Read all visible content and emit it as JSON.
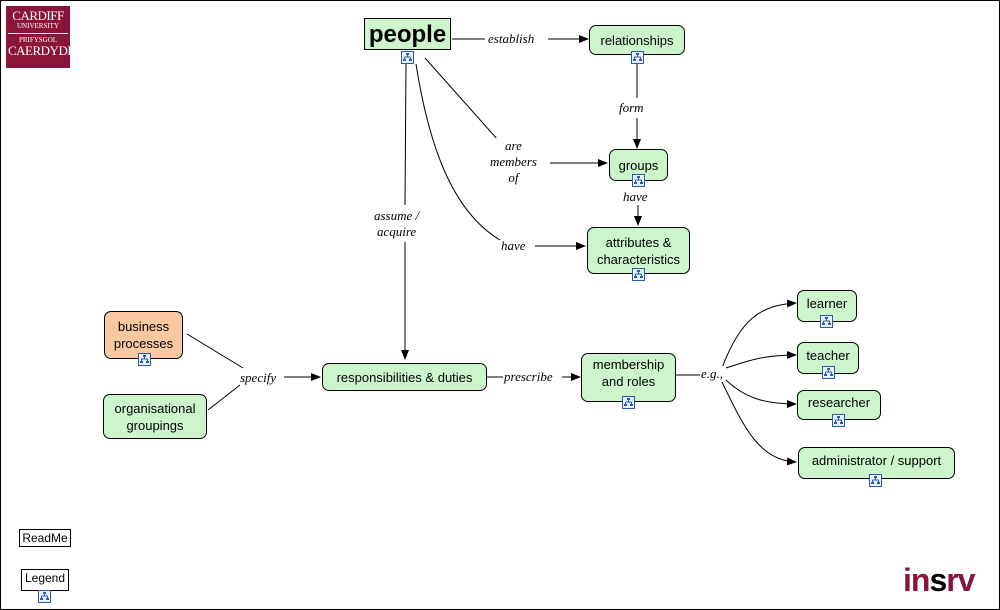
{
  "logos": {
    "cardiff": {
      "line1": "CARDIFF",
      "line2": "UNIVERSITY",
      "line3": "PRIFYSGOL",
      "line4": "CAERDYDD"
    },
    "insrv": {
      "part1": "in",
      "part2": "s",
      "part3": "rv"
    }
  },
  "nodes": {
    "people": "people",
    "relationships": "relationships",
    "groups": "groups",
    "attributes": "attributes & characteristics",
    "business_processes": "business processes",
    "organisational_groupings": "organisational groupings",
    "responsibilities": "responsibilities & duties",
    "membership": "membership and roles",
    "learner": "learner",
    "teacher": "teacher",
    "researcher": "researcher",
    "administrator": "administrator / support",
    "readme": "ReadMe",
    "legend": "Legend"
  },
  "links": {
    "establish": "establish",
    "form": "form",
    "are_members_of_1": "are",
    "are_members_of_2": "members",
    "are_members_of_3": "of",
    "have_groups": "have",
    "assume_1": "assume /",
    "assume_2": "acquire",
    "have_people": "have",
    "specify": "specify",
    "prescribe": "prescribe",
    "eg": "e.g.,"
  },
  "colors": {
    "concept": "#ccf5cc",
    "external": "#f9c8a0",
    "brand": "#8a1538"
  },
  "icons": {
    "submap": "concept-map-icon"
  }
}
